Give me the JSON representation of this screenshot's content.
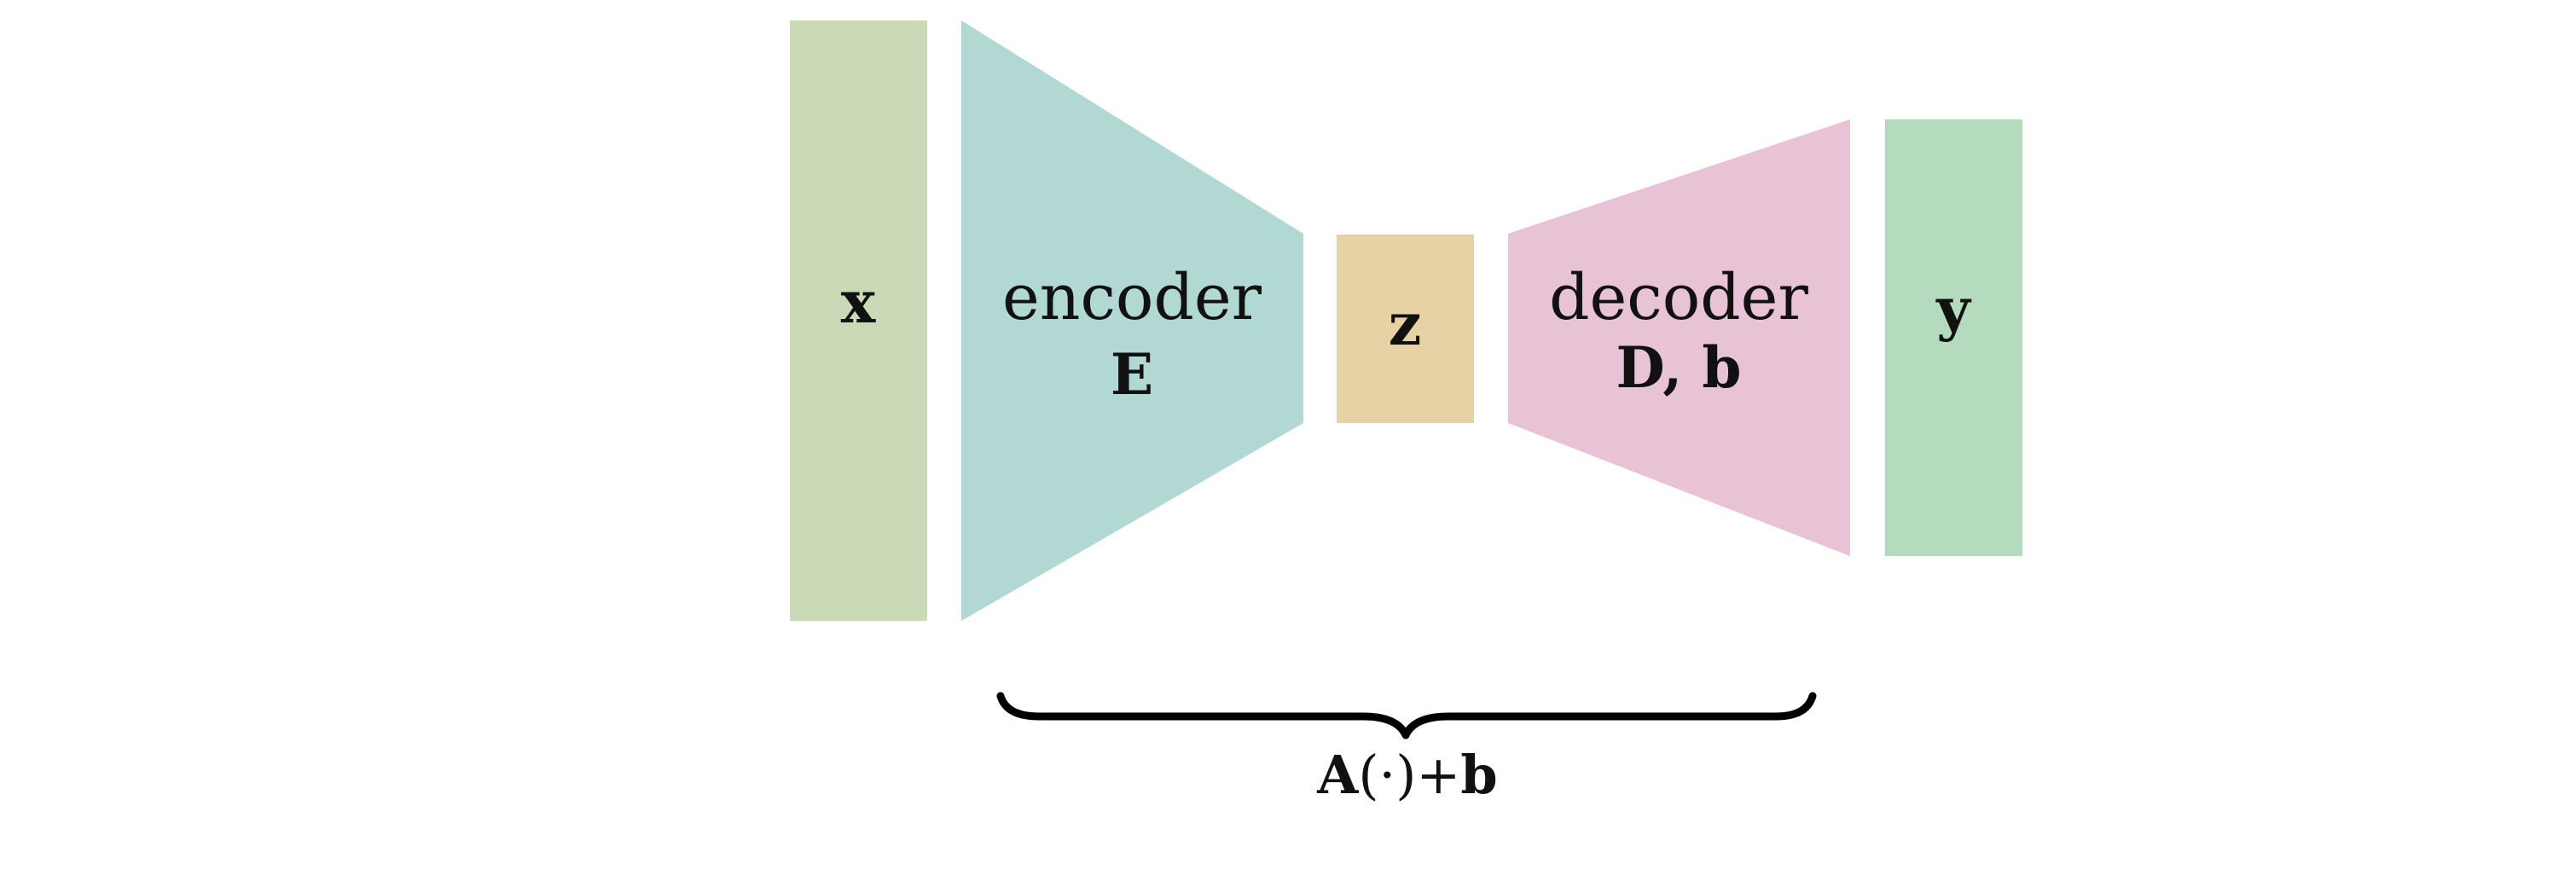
{
  "nodes": {
    "input": {
      "label": "x",
      "color": "#CBDAB6"
    },
    "encoder": {
      "label": "encoder",
      "param": "E",
      "color": "#B2D8D4"
    },
    "latent": {
      "label": "z",
      "color": "#E6D2A5"
    },
    "decoder": {
      "label": "decoder",
      "param": "D, b",
      "color": "#E8C3D5"
    },
    "output": {
      "label": "y",
      "color": "#B5DBBF"
    }
  },
  "brace": {
    "label_main": "A",
    "label_paren": "(·)+",
    "label_bias": "b",
    "color": "#000000"
  }
}
